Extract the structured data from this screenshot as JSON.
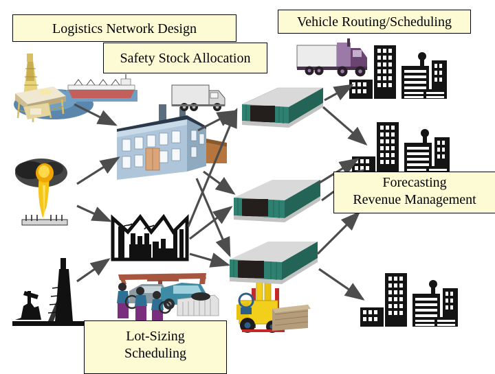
{
  "diagram": {
    "title": "Supply Chain Network Diagram",
    "background_color": "#ffffff",
    "label_fill_color": "#fcfbd4",
    "label_border_color": "#000000",
    "arrow_color": "#4d4d4d"
  },
  "labels": [
    {
      "id": "logistics-network-design",
      "text": "Logistics Network Design",
      "lines": [
        "Logistics Network Design"
      ]
    },
    {
      "id": "safety-stock-allocation",
      "text": "Safety Stock Allocation",
      "lines": [
        "Safety Stock Allocation"
      ]
    },
    {
      "id": "vehicle-routing-scheduling",
      "text": "Vehicle Routing/Scheduling",
      "lines": [
        "Vehicle Routing/Scheduling"
      ]
    },
    {
      "id": "forecasting-revenue-management",
      "text": "Forecasting Revenue Management",
      "lines": [
        "Forecasting",
        "Revenue Management"
      ]
    },
    {
      "id": "lot-sizing-scheduling",
      "text": "Lot-Sizing Scheduling",
      "lines": [
        "Lot-Sizing",
        "Scheduling"
      ]
    }
  ],
  "label_text": {
    "logistics_network_design": "Logistics Network Design",
    "safety_stock_allocation": "Safety Stock Allocation",
    "vehicle_routing_scheduling": "Vehicle Routing/Scheduling",
    "forecasting_line1": "Forecasting",
    "forecasting_line2": "Revenue Management",
    "lot_sizing_line1": "Lot-Sizing",
    "lot_sizing_line2": "Scheduling"
  },
  "nodes": [
    {
      "id": "offshore-oil-platform",
      "name": "offshore-oil-platform-icon",
      "stage": "supply"
    },
    {
      "id": "cargo-ship",
      "name": "cargo-ship-icon",
      "stage": "supply"
    },
    {
      "id": "gas-flare",
      "name": "gas-flare-icon",
      "stage": "supply"
    },
    {
      "id": "oil-derrick",
      "name": "oil-derrick-icon",
      "stage": "supply"
    },
    {
      "id": "factory-building",
      "name": "factory-building-icon",
      "stage": "plant"
    },
    {
      "id": "industrial-plant",
      "name": "industrial-plant-icon",
      "stage": "plant"
    },
    {
      "id": "assembly-line",
      "name": "assembly-line-icon",
      "stage": "plant"
    },
    {
      "id": "delivery-truck-white",
      "name": "delivery-truck-icon",
      "stage": "transport"
    },
    {
      "id": "semi-truck-purple",
      "name": "semi-truck-icon",
      "stage": "transport"
    },
    {
      "id": "forklift",
      "name": "forklift-icon",
      "stage": "transport"
    },
    {
      "id": "warehouse-top",
      "name": "warehouse-icon",
      "stage": "warehouse"
    },
    {
      "id": "warehouse-middle",
      "name": "warehouse-icon",
      "stage": "warehouse"
    },
    {
      "id": "warehouse-bottom",
      "name": "warehouse-icon",
      "stage": "warehouse"
    },
    {
      "id": "city-top",
      "name": "city-buildings-icon",
      "stage": "market"
    },
    {
      "id": "city-middle",
      "name": "city-buildings-icon",
      "stage": "market"
    },
    {
      "id": "city-bottom",
      "name": "city-buildings-icon",
      "stage": "market"
    }
  ],
  "colors": {
    "warehouse_side": "#2e8070",
    "warehouse_roof": "#d9d9d9",
    "warehouse_door": "#241f1c",
    "factory_wall": "#b9cde0",
    "factory_roof": "#2b3a4a",
    "city_building": "#1a1a1a",
    "truck_purple": "#9b7aa8",
    "truck_white": "#e6e6e6",
    "forklift_yellow": "#f2cf1a",
    "flame_yellow": "#f5c518",
    "water_blue": "#6f9fc4",
    "platform_yellow": "#e0c060",
    "arrow_gray": "#4d4d4d"
  }
}
